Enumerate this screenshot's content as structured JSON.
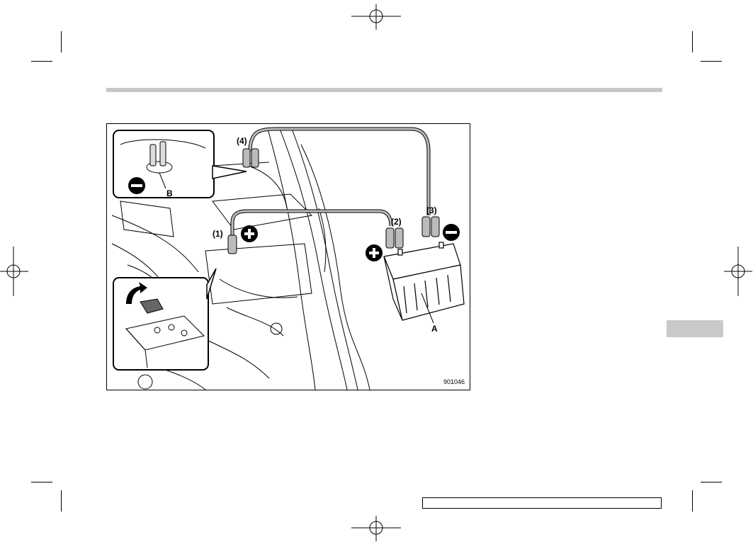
{
  "page": {
    "colors": {
      "rule": "#c8c8c8",
      "tab": "#c9c9c9",
      "ink": "#000000"
    }
  },
  "figure": {
    "figure_id": "901046",
    "callouts": {
      "c1": "(1)",
      "c2": "(2)",
      "c3": "(3)",
      "c4": "(4)",
      "a": "A",
      "b": "B"
    },
    "symbols": {
      "plus": "+",
      "minus": "−"
    },
    "icons": [
      "plus-symbol-icon",
      "minus-symbol-icon",
      "curved-arrow-icon",
      "battery-icon",
      "registration-mark-icon"
    ]
  }
}
